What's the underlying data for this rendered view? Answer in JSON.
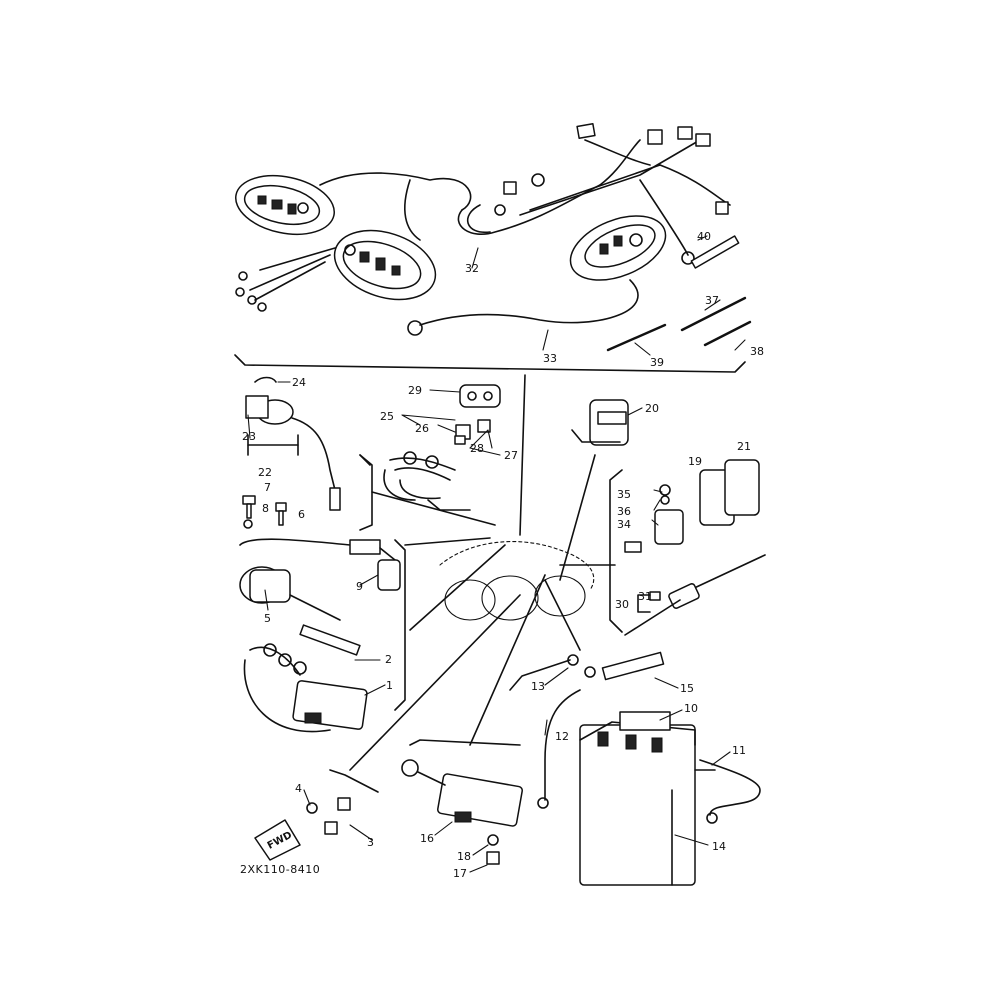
{
  "diagram": {
    "code": "2XK110-8410",
    "fwd_label": "FWD",
    "labels": {
      "1": "1",
      "2": "2",
      "3": "3",
      "4": "4",
      "5": "5",
      "6": "6",
      "7": "7",
      "8": "8",
      "9": "9",
      "10": "10",
      "11": "11",
      "12": "12",
      "13": "13",
      "14": "14",
      "15": "15",
      "16": "16",
      "17": "17",
      "18": "18",
      "19": "19",
      "20": "20",
      "21": "21",
      "22": "22",
      "23": "23",
      "24": "24",
      "25": "25",
      "26": "26",
      "27": "27",
      "28": "28",
      "29": "29",
      "30": "30",
      "31": "31",
      "32": "32",
      "33": "33",
      "34": "34",
      "35": "35",
      "36": "36",
      "37": "37",
      "38": "38",
      "39": "39",
      "40": "40"
    }
  }
}
